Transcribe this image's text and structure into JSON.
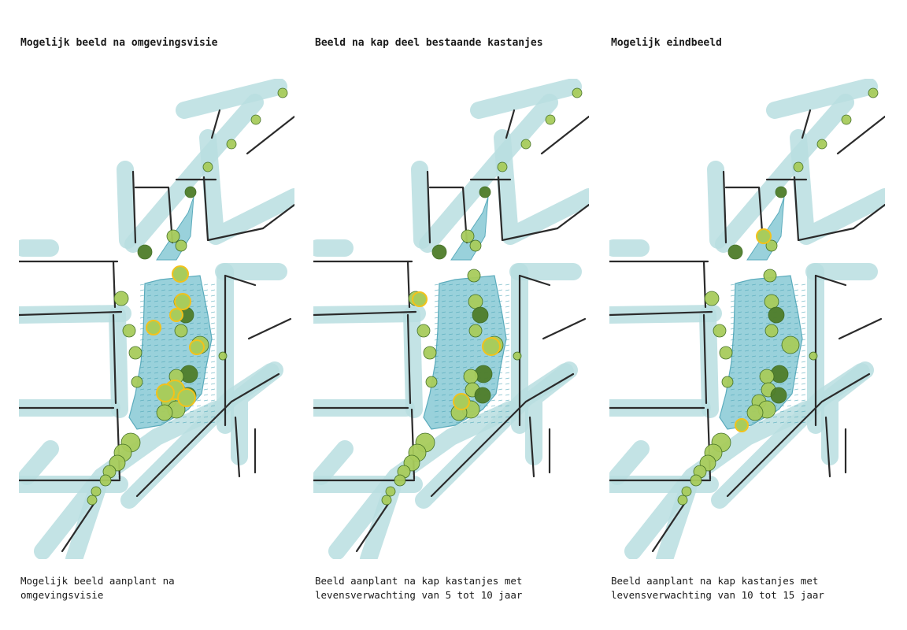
{
  "panels": [
    {
      "title": "Mogelijk beeld na omgevingsvisie",
      "caption_line1": "Mogelijk beeld aanplant na",
      "caption_line2": "omgevingsvisie",
      "highlighted_trees": 8
    },
    {
      "title": "Beeld na kap deel bestaande kastanjes",
      "caption_line1": "Beeld aanplant na kap kastanjes met",
      "caption_line2": "levensverwachting van 5 tot 10 jaar",
      "highlighted_trees": 3
    },
    {
      "title": "Mogelijk eindbeeld",
      "caption_line1": "Beeld aanplant na kap kastanjes met",
      "caption_line2": "levensverwachting van 10 tot 15 jaar",
      "highlighted_trees": 2
    }
  ],
  "colors": {
    "water": "#b9dee0",
    "square": "#8fcdd8",
    "paving": "#4aa3b5",
    "wall": "#2b2b2b",
    "tree_light": "#a8cc5c",
    "tree_dark": "#4f7d2a",
    "highlight": "#f2c21b"
  }
}
